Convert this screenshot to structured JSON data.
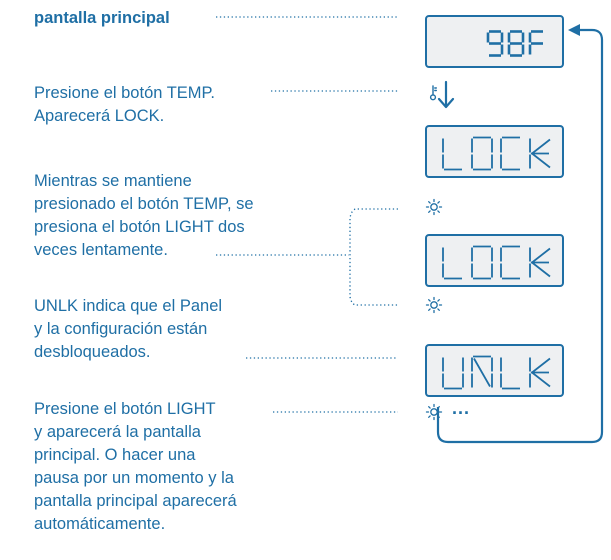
{
  "title": "pantalla principal",
  "steps": {
    "s1_line1": "Presione el botón TEMP.",
    "s1_line2": "Aparecerá LOCK.",
    "s2_line1": "Mientras se mantiene",
    "s2_line2": "presionado el botón TEMP, se",
    "s2_line3": "presiona el botón LIGHT dos",
    "s2_line4": "veces lentamente.",
    "s3_line1": "UNLK indica que el Panel",
    "s3_line2": "y la configuración están",
    "s3_line3": "desbloqueados.",
    "s4_line1": "Presione el botón LIGHT",
    "s4_line2": "y aparecerá la pantalla",
    "s4_line3": "principal. O hacer una",
    "s4_line4": "pausa por un momento y la",
    "s4_line5": "pantalla principal aparecerá",
    "s4_line6": "automáticamente."
  },
  "displays": {
    "d1": "98F",
    "d2": "LOCK",
    "d3": "LOCK",
    "d4": "UNLK"
  },
  "wait_indicator": "...",
  "icons": [
    "thermometer-icon",
    "down-arrow-icon",
    "light-icon",
    "light-icon",
    "light-icon",
    "loop-arrow-icon"
  ],
  "colors": {
    "accent": "#1f6fa5",
    "lcd_bg": "#eef0f2"
  }
}
